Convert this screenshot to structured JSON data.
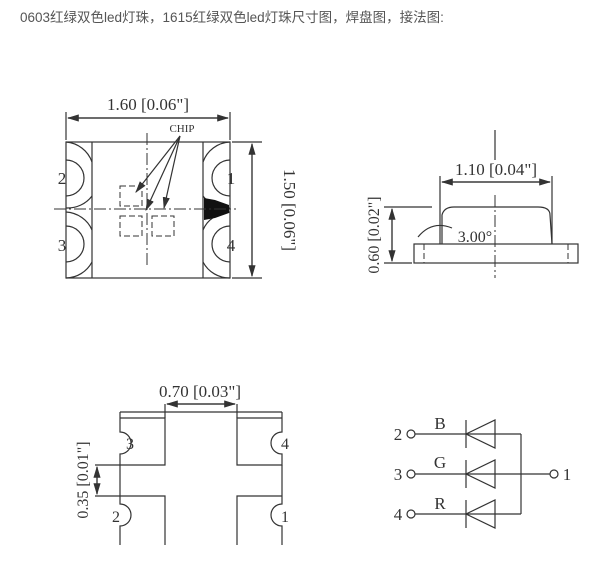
{
  "caption": "0603红绿双色led灯珠，1615红绿双色led灯珠尺寸图，焊盘图，接法图:",
  "top_view": {
    "width_dim": "1.60 [0.06\"]",
    "height_dim": "1.50 [0.06\"]",
    "chip_label": "CHIP",
    "pins": [
      "1",
      "2",
      "3",
      "4"
    ]
  },
  "side_view": {
    "width_dim": "1.10 [0.04\"]",
    "height_dim": "0.60 [0.02\"]",
    "angle": "3.00°"
  },
  "pad_view": {
    "gap_dim": "0.70 [0.03\"]",
    "pad_dim": "0.35 [0.01\"]",
    "pins": [
      "3",
      "4",
      "2",
      "1"
    ]
  },
  "schematic": {
    "pins": [
      "2",
      "3",
      "4"
    ],
    "colors": [
      "B",
      "G",
      "R"
    ],
    "common_pin": "1"
  }
}
